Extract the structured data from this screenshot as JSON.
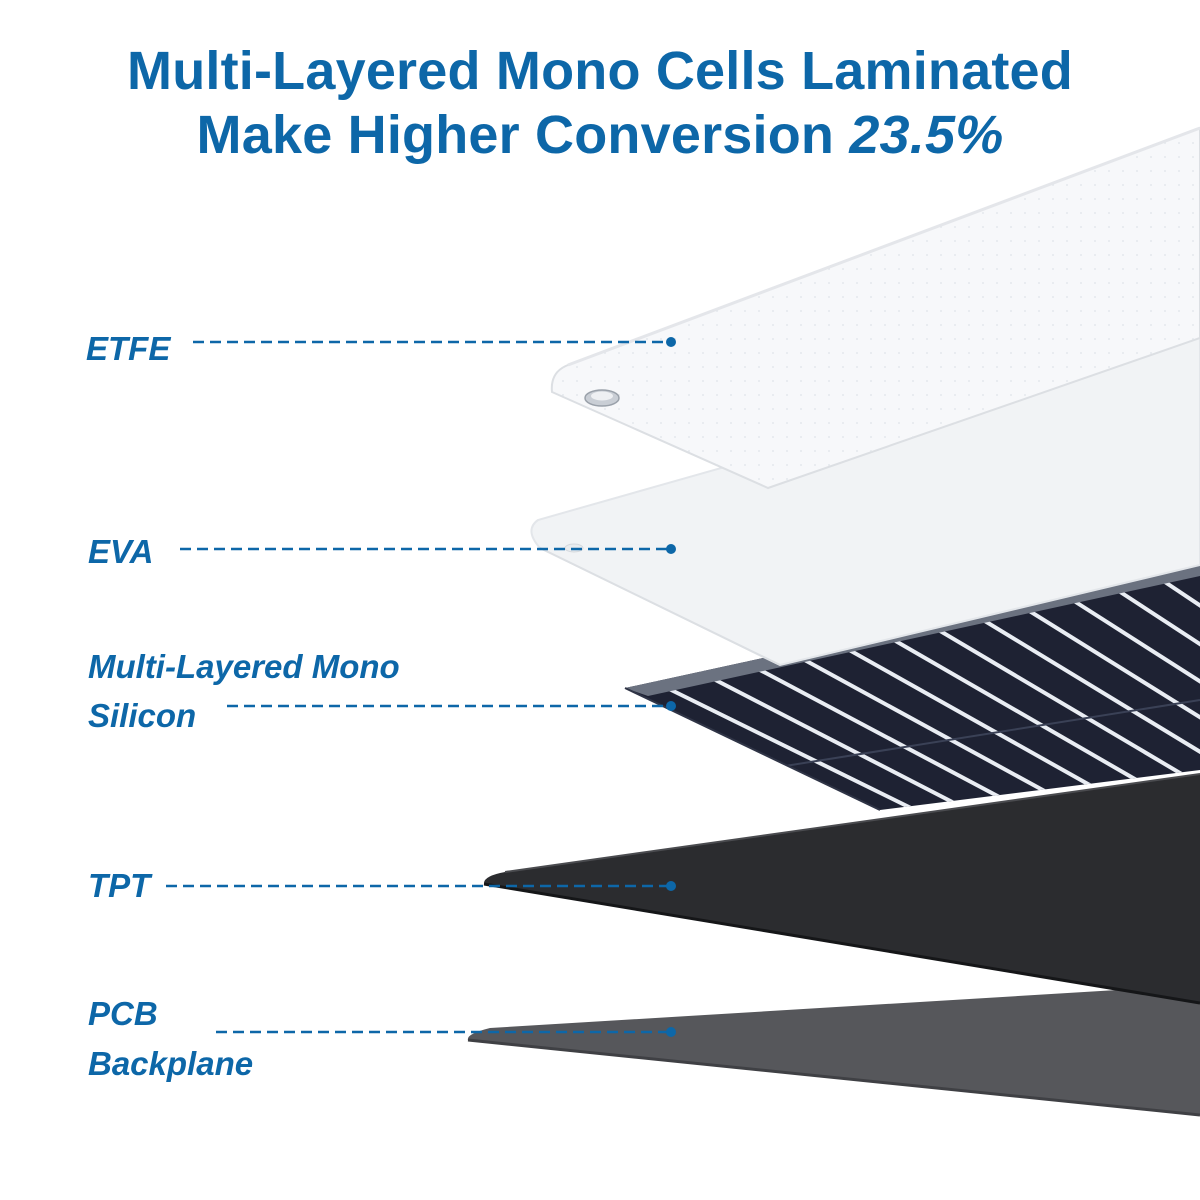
{
  "title": {
    "line1": "Multi-Layered Mono Cells Laminated",
    "line2_prefix": "Make Higher Conversion ",
    "line2_value": "23.5%"
  },
  "layers": [
    {
      "id": "etfe",
      "label_lines": [
        "ETFE"
      ]
    },
    {
      "id": "eva",
      "label_lines": [
        "EVA"
      ]
    },
    {
      "id": "mono",
      "label_lines": [
        "Multi-Layered Mono",
        "Silicon"
      ]
    },
    {
      "id": "tpt",
      "label_lines": [
        "TPT"
      ]
    },
    {
      "id": "pcb",
      "label_lines": [
        "PCB",
        "Backplane"
      ]
    }
  ],
  "colors": {
    "accent": "#0d67a8",
    "etfe": "#f7f8fa",
    "eva": "#f1f3f5",
    "mono_cells": "#1e2233",
    "mono_frame": "#6b7280",
    "tpt": "#2a2b2e",
    "pcb": "#56575b"
  }
}
